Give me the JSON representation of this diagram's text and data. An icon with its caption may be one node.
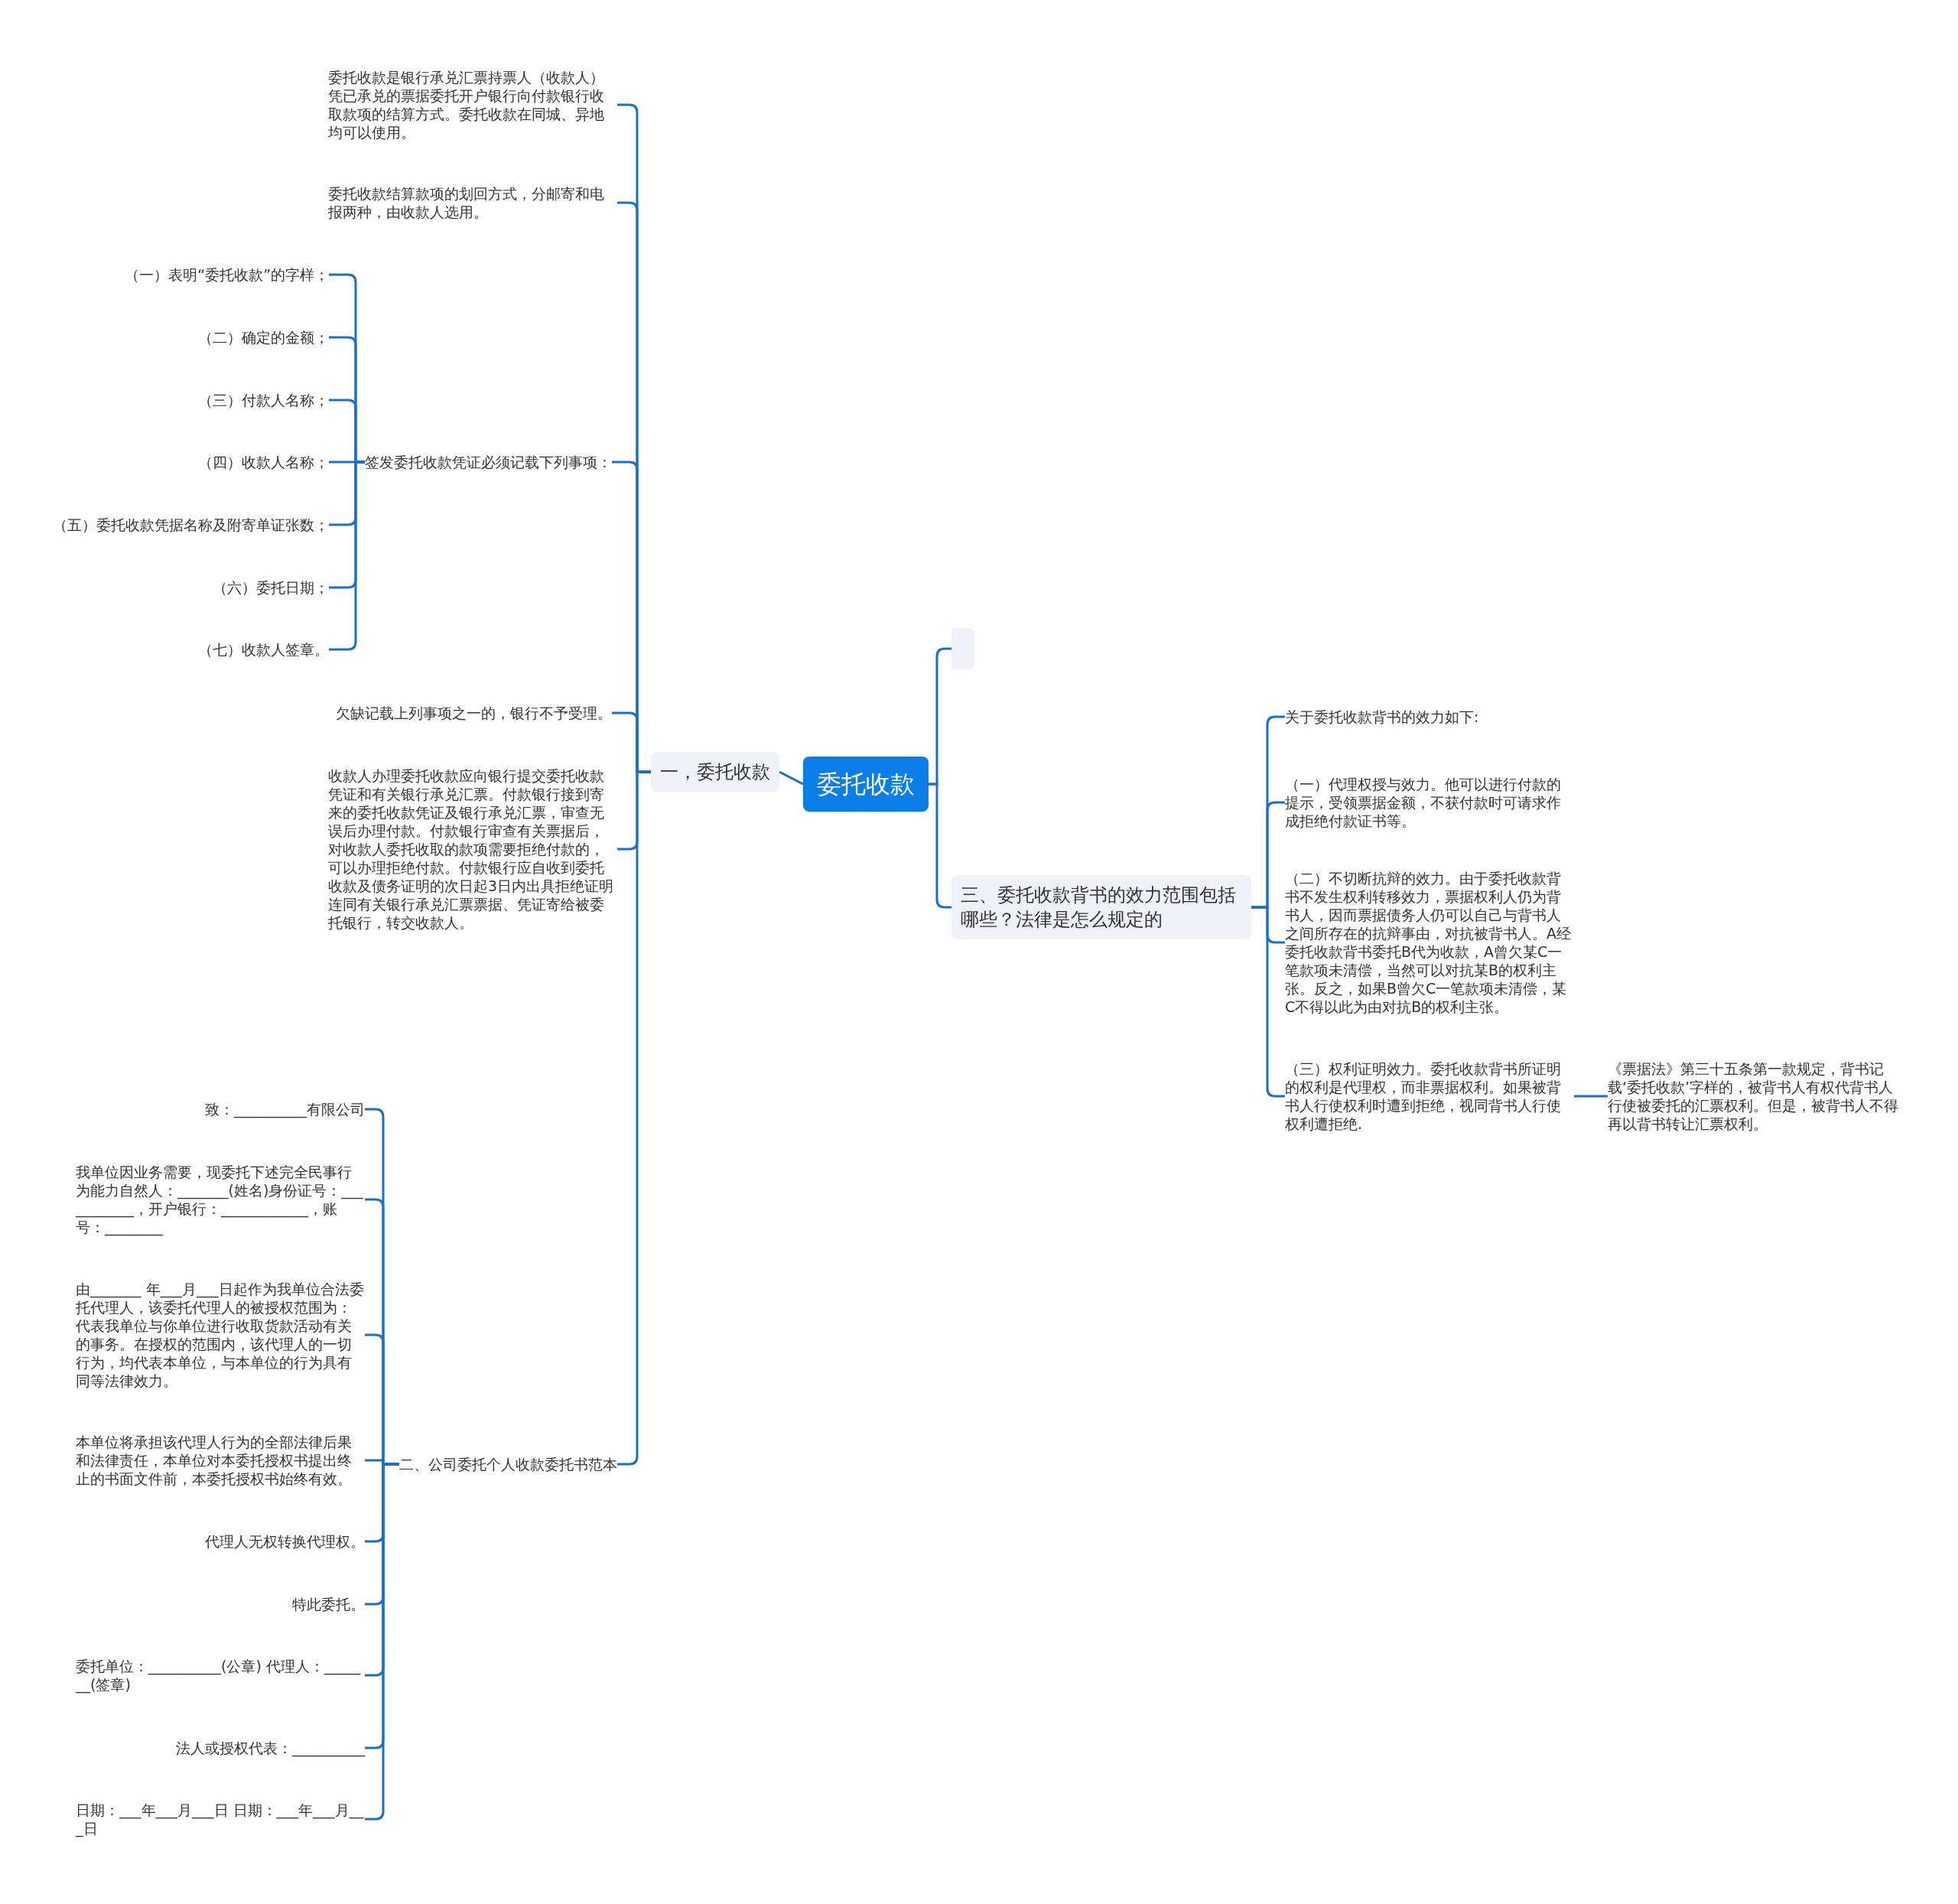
{
  "diagram": {
    "nodes": [
      {
        "text": [
          "委托收款"
        ]
      },
      {
        "text": [
          "一，委托收款"
        ]
      },
      {
        "text": [
          "委托收款是银行承兑汇票持票人（收款人）凭已承兑的票据委托开户银行向付款银行收取款项的结算方式。委托收款在同城、异地均可以使用。"
        ]
      },
      {
        "text": [
          "委托收款结算款项的划回方式，分邮寄和电报两种，由收款人选用。"
        ]
      },
      {
        "text": [
          "签发委托收款凭证必须记载下列事项："
        ]
      },
      {
        "text": [
          "（一）表明“委托收款”的字样；"
        ]
      },
      {
        "text": [
          "（二）确定的金额；"
        ]
      },
      {
        "text": [
          "（三）付款人名称；"
        ]
      },
      {
        "text": [
          "（四）收款人名称；"
        ]
      },
      {
        "text": [
          "（五）委托收款凭据名称及附寄单证张数；"
        ]
      },
      {
        "text": [
          "（六）委托日期；"
        ]
      },
      {
        "text": [
          "（七）收款人签章。"
        ]
      },
      {
        "text": [
          "欠缺记载上列事项之一的，银行不予受理。"
        ]
      },
      {
        "text": [
          "收款人办理委托收款应向银行提交委托收款凭证和有关银行承兑汇票。付款银行接到寄来的委托收款凭证及银行承兑汇票，审查无误后办理付款。付款银行审查有关票据后，对收款人委托收取的款项需要拒绝付款的，可以办理拒绝付款。付款银行应自收到委托收款及债务证明的次日起3日内出具拒绝证明连同有关银行承兑汇票票据、凭证寄给被委托银行，转交收款人。"
        ]
      },
      {
        "text": [
          "二、公司委托个人收款委托书范本"
        ]
      },
      {
        "text": [
          "致：__________有限公司"
        ]
      },
      {
        "text": [
          "我单位因业务需要，现委托下述完全民事行为能力自然人：_______(姓名)身份证号：___________，开户银行：____________，账号：________"
        ]
      },
      {
        "text": [
          "由_______ 年___月___日起作为我单位合法委托代理人，该委托代理人的被授权范围为：代表我单位与你单位进行收取货款活动有关的事务。在授权的范围内，该代理人的一切行为，均代表本单位，与本单位的行为具有同等法律效力。"
        ]
      },
      {
        "text": [
          "本单位将承担该代理人行为的全部法律后果和法律责任，本单位对本委托授权书提出终止的书面文件前，本委托授权书始终有效。"
        ]
      },
      {
        "text": [
          "代理人无权转换代理权。"
        ]
      },
      {
        "text": [
          "特此委托。"
        ]
      },
      {
        "text": [
          "委托单位：__________(公章) 代理人：_______(签章)"
        ]
      },
      {
        "text": [
          "法人或授权代表：__________"
        ]
      },
      {
        "text": [
          "日期：___年___月___日 日期：___年___月___日"
        ]
      },
      {
        "text": [],
        "shape": "box"
      },
      {
        "text": [
          "三、委托收款背书的效力范围包括哪些？法律是怎么规定的"
        ]
      },
      {
        "text": [
          "关于委托收款背书的效力如下:"
        ]
      },
      {
        "text": [
          "（一）代理权授与效力。他可以进行付款的提示，受领票据金额，不获付款时可请求作成拒绝付款证书等。"
        ]
      },
      {
        "text": [
          "（二）不切断抗辩的效力。由于委托收款背书不发生权利转移效力，票据权利人仍为背书人，因而票据债务人仍可以自己与背书人之间所存在的抗辩事由，对抗被背书人。A经委托收款背书委托B代为收款，A曾欠某C一笔款项未清偿，当然可以对抗某B的权利主张。反之，如果B曾欠C一笔款项未清偿，某C不得以此为由对抗B的权利主张。"
        ]
      },
      {
        "text": [
          "（三）权利证明效力。委托收款背书所证明的权利是代理权，而非票据权利。如果被背书人行使权利时遭到拒绝，视同背书人行使权利遭拒绝."
        ]
      },
      {
        "text": [
          "《票据法》第三十五条第一款规定，背书记载‘委托收款’字样的，被背书人有权代背书人行使被委托的汇票权利。但是，被背书人不得再以背书转让汇票权利。"
        ]
      }
    ],
    "edges": [
      {
        "from": 0,
        "to": 1,
        "arrow": "none"
      },
      {
        "from": 1,
        "to": 2,
        "arrow": "none"
      },
      {
        "from": 1,
        "to": 3,
        "arrow": "none"
      },
      {
        "from": 1,
        "to": 4,
        "arrow": "none"
      },
      {
        "from": 4,
        "to": 5,
        "arrow": "none"
      },
      {
        "from": 4,
        "to": 6,
        "arrow": "none"
      },
      {
        "from": 4,
        "to": 7,
        "arrow": "none"
      },
      {
        "from": 4,
        "to": 8,
        "arrow": "none"
      },
      {
        "from": 4,
        "to": 9,
        "arrow": "none"
      },
      {
        "from": 4,
        "to": 10,
        "arrow": "none"
      },
      {
        "from": 4,
        "to": 11,
        "arrow": "none"
      },
      {
        "from": 1,
        "to": 12,
        "arrow": "none"
      },
      {
        "from": 1,
        "to": 13,
        "arrow": "none"
      },
      {
        "from": 1,
        "to": 14,
        "arrow": "none"
      },
      {
        "from": 14,
        "to": 15,
        "arrow": "none"
      },
      {
        "from": 14,
        "to": 16,
        "arrow": "none"
      },
      {
        "from": 14,
        "to": 17,
        "arrow": "none"
      },
      {
        "from": 14,
        "to": 18,
        "arrow": "none"
      },
      {
        "from": 14,
        "to": 19,
        "arrow": "none"
      },
      {
        "from": 14,
        "to": 20,
        "arrow": "none"
      },
      {
        "from": 14,
        "to": 21,
        "arrow": "none"
      },
      {
        "from": 14,
        "to": 22,
        "arrow": "none"
      },
      {
        "from": 14,
        "to": 23,
        "arrow": "none"
      },
      {
        "from": 0,
        "to": 24,
        "arrow": "none"
      },
      {
        "from": 0,
        "to": 25,
        "arrow": "none"
      },
      {
        "from": 25,
        "to": 26,
        "arrow": "none"
      },
      {
        "from": 25,
        "to": 27,
        "arrow": "none"
      },
      {
        "from": 25,
        "to": 28,
        "arrow": "none"
      },
      {
        "from": 25,
        "to": 29,
        "arrow": "none"
      },
      {
        "from": 29,
        "to": 30,
        "arrow": "none"
      }
    ]
  }
}
